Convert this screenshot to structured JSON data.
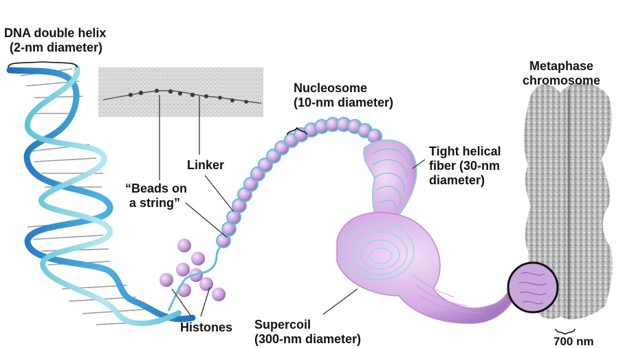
{
  "labels": {
    "dna": [
      "DNA double helix",
      "(2-nm diameter)"
    ],
    "nucleosome": [
      "Nucleosome",
      "(10-nm diameter)"
    ],
    "metaphase": [
      "Metaphase",
      "chromosome"
    ],
    "linker": "Linker",
    "beads": [
      "“Beads on",
      "a string”"
    ],
    "tight": [
      "Tight helical",
      "fiber (30-nm",
      "diameter)"
    ],
    "supercoil": [
      "Supercoil",
      "(300-nm diameter)"
    ],
    "histones": "Histones",
    "scale": "700 nm"
  },
  "colors": {
    "helix_blue": "#2a8fcf",
    "helix_teal": "#7fd0df",
    "histone_purple": "#c8a0dc",
    "supercoil_pink": "#d8aee4",
    "chromosome_gray": "#8c8c8c",
    "micrograph_gray": "#d9d9d9",
    "leader_line": "#333333"
  }
}
